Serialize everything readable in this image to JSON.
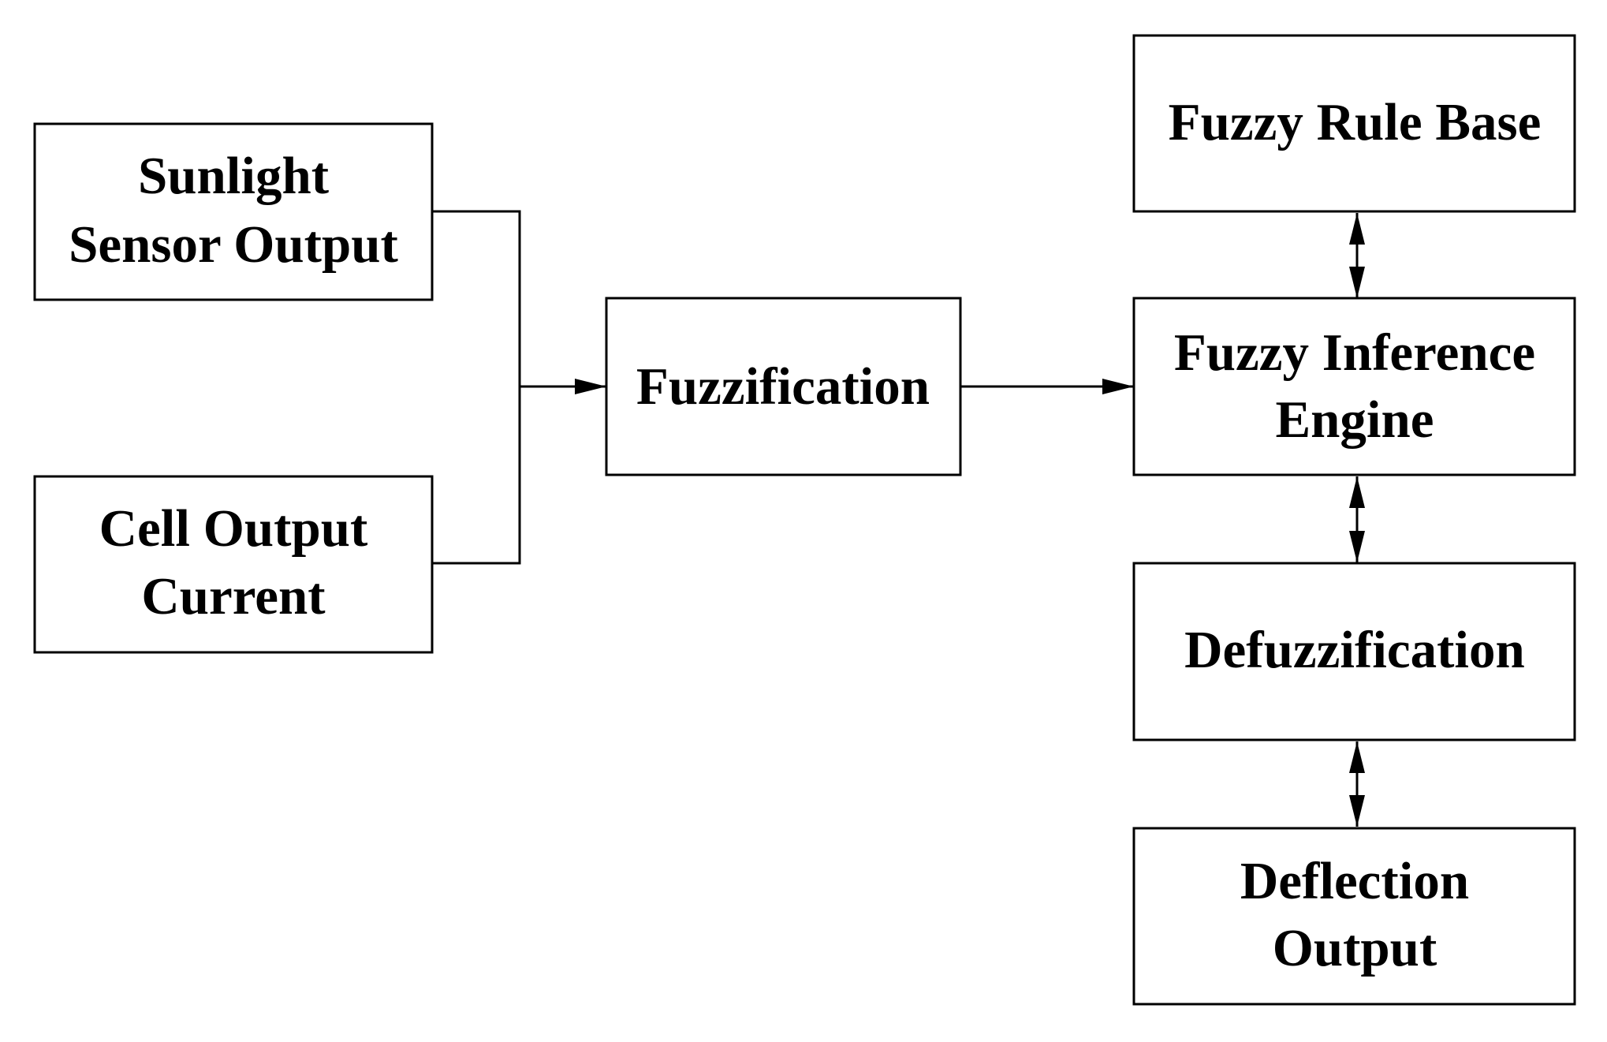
{
  "blocks": {
    "sunlight_sensor_output": {
      "line1": "Sunlight",
      "line2": "Sensor Output"
    },
    "cell_output_current": {
      "line1": "Cell Output",
      "line2": "Current"
    },
    "fuzzification": {
      "label": "Fuzzification"
    },
    "fuzzy_rule_base": {
      "label": "Fuzzy Rule Base"
    },
    "fuzzy_inference_engine": {
      "line1": "Fuzzy Inference",
      "line2": "Engine"
    },
    "defuzzification": {
      "label": "Defuzzification"
    },
    "deflection_output": {
      "line1": "Deflection",
      "line2": "Output"
    }
  },
  "connections": [
    {
      "from": "sunlight_sensor_output",
      "to": "fuzzification",
      "direction": "forward"
    },
    {
      "from": "cell_output_current",
      "to": "fuzzification",
      "direction": "forward"
    },
    {
      "from": "fuzzification",
      "to": "fuzzy_inference_engine",
      "direction": "forward"
    },
    {
      "from": "fuzzy_rule_base",
      "to": "fuzzy_inference_engine",
      "direction": "bidirectional"
    },
    {
      "from": "fuzzy_inference_engine",
      "to": "defuzzification",
      "direction": "bidirectional"
    },
    {
      "from": "defuzzification",
      "to": "deflection_output",
      "direction": "bidirectional"
    }
  ],
  "colors": {
    "stroke": "#000000",
    "background": "#ffffff"
  }
}
